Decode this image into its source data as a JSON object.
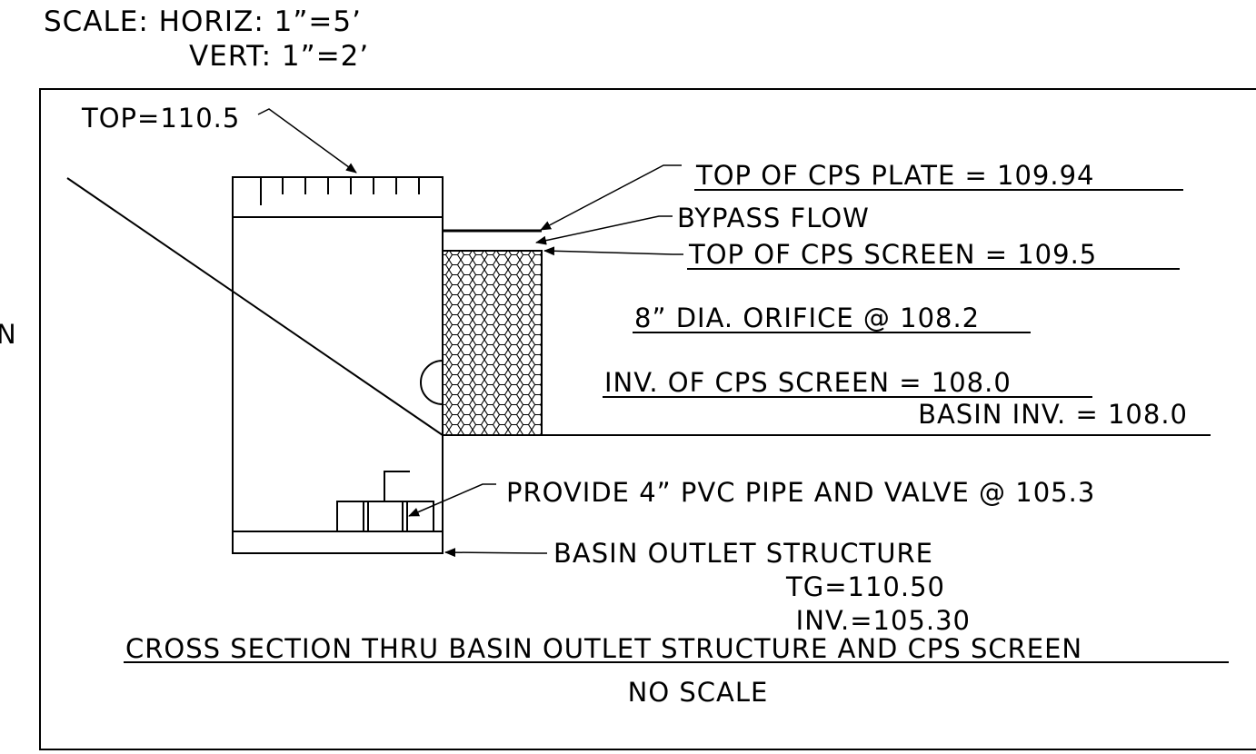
{
  "scale": {
    "horiz": "SCALE:  HORIZ:  1”=5’",
    "vert": "VERT:  1”=2’"
  },
  "edge_letter": "N",
  "labels": {
    "top_elev": "TOP=110.5",
    "top_cps_plate": "TOP  OF  CPS  PLATE  =  109.94",
    "bypass_flow": "BYPASS  FLOW",
    "top_cps_screen": "TOP  OF  CPS  SCREEN  =  109.5",
    "orifice": "8”  DIA.  ORIFICE  @  108.2",
    "inv_cps_screen": "INV.  OF  CPS  SCREEN  =  108.0",
    "basin_inv": "BASIN  INV.  =  108.0",
    "pvc_pipe": "PROVIDE  4”  PVC  PIPE  AND  VALVE  @  105.3",
    "outlet_structure": "BASIN  OUTLET  STRUCTURE",
    "tg": "TG=110.50",
    "inv": "INV.=105.30"
  },
  "title": "CROSS  SECTION  THRU  BASIN  OUTLET  STRUCTURE  AND  CPS  SCREEN",
  "subtitle": "NO  SCALE",
  "colors": {
    "line": "#000000",
    "background": "#ffffff"
  }
}
